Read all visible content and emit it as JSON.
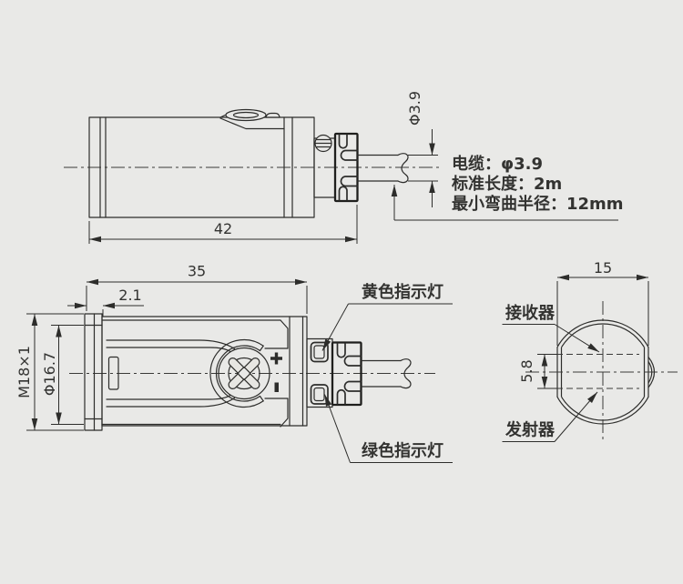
{
  "page": {
    "background": "#e9e9e7",
    "line_color": "#2d2d2b",
    "text_color": "#333331"
  },
  "top_view": {
    "length_dim": "42",
    "cable_dia_dim": "Φ3.9",
    "note_line1": "电缆：φ3.9",
    "note_line2": "标准长度：2m",
    "note_line3": "最小弯曲半径：12mm"
  },
  "front_view": {
    "body_length_dim": "35",
    "bezel_dim": "2.1",
    "thread_dim": "M18×1",
    "diameter_dim": "Φ16.7",
    "yellow_led_label": "黄色指示灯",
    "green_led_label": "绿色指示灯",
    "plus_mark": "+",
    "minus_mark": ""
  },
  "face_view": {
    "width_dim": "15",
    "lens_spacing_dim": "5.8",
    "receiver_label": "接收器",
    "emitter_label": "发射器"
  }
}
